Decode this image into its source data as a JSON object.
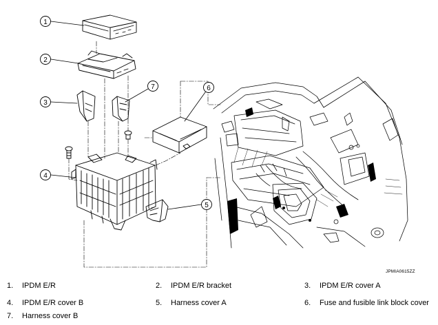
{
  "figure": {
    "code": "JPMIA0615ZZ",
    "callouts": [
      {
        "num": "1"
      },
      {
        "num": "2"
      },
      {
        "num": "3"
      },
      {
        "num": "4"
      },
      {
        "num": "5"
      },
      {
        "num": "6"
      },
      {
        "num": "7"
      }
    ]
  },
  "legend": [
    {
      "num": "1.",
      "text": "IPDM E/R"
    },
    {
      "num": "2.",
      "text": "IPDM E/R bracket"
    },
    {
      "num": "3.",
      "text": "IPDM E/R cover A"
    },
    {
      "num": "4.",
      "text": "IPDM E/R cover B"
    },
    {
      "num": "5.",
      "text": "Harness cover A"
    },
    {
      "num": "6.",
      "text": "Fuse and fusible link block cover"
    },
    {
      "num": "7.",
      "text": "Harness cover B"
    }
  ]
}
